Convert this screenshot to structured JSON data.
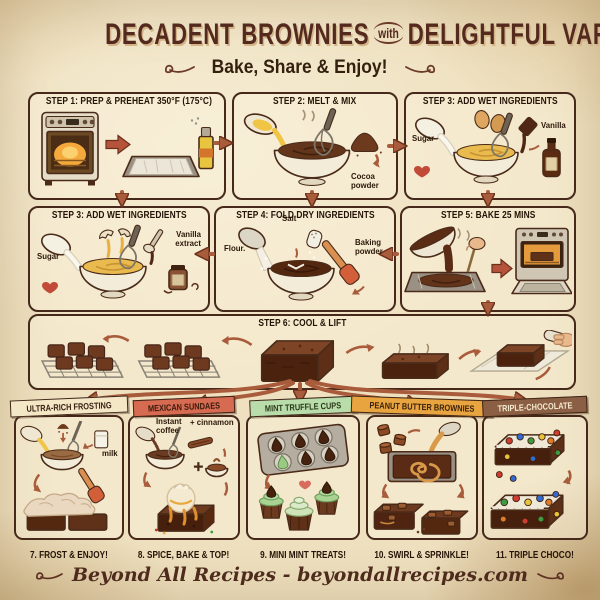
{
  "header": {
    "title_left": "DECADENT BROWNIES",
    "title_joiner": "with",
    "title_right": "DELIGHTFUL VARIATIONS",
    "subtitle": "Bake, Share & Enjoy!"
  },
  "steps": [
    {
      "title": "STEP 1: PREP & PREHEAT 350°F (175°C)",
      "labels": {}
    },
    {
      "title": "STEP 2: MELT & MIX",
      "labels": {
        "cocoa": "Cocoa powder"
      }
    },
    {
      "title": "STEP 3: ADD WET INGREDIENTS",
      "labels": {
        "sugar": "Sugar",
        "vanilla": "Vanilla"
      }
    },
    {
      "title": "STEP 3: ADD WET INGREDIENTS",
      "labels": {
        "sugar": "Sugar",
        "vanilla": "Vanilla extract"
      }
    },
    {
      "title": "STEP 4: FOLD DRY INGREDIENTS",
      "labels": {
        "salt": "Salt",
        "flour": "Flour.",
        "baking": "Baking powder"
      }
    },
    {
      "title": "STEP 5: BAKE 25 MINS",
      "labels": {}
    },
    {
      "title": "STEP 6: COOL & LIFT",
      "labels": {}
    }
  ],
  "variations": [
    {
      "banner": "ULTRA-RICH FROSTING",
      "banner_color": "#f3e7c6",
      "banner_text_color": "#3a2113",
      "caption": "7. FROST & ENJOY!",
      "labels": {
        "milk": "milk"
      }
    },
    {
      "banner": "MEXICAN SUNDAES",
      "banner_color": "#d76b52",
      "banner_text_color": "#3a1a0c",
      "caption": "8. SPICE, BAKE & TOP!",
      "labels": {
        "coffee": "Instant coffee",
        "cinnamon": "+ cinnamon"
      }
    },
    {
      "banner": "MINT TRUFFLE CUPS",
      "banner_color": "#b9dcab",
      "banner_text_color": "#2c3a1a",
      "caption": "9. MINI MINT TREATS!",
      "labels": {}
    },
    {
      "banner": "PEANUT BUTTER BROWNIES",
      "banner_color": "#e8a53f",
      "banner_text_color": "#3a220c",
      "caption": "10. SWIRL & SPRINKLE!",
      "labels": {}
    },
    {
      "banner": "TRIPLE-CHOCOLATE",
      "banner_color": "#8a5f43",
      "banner_text_color": "#f4e9cf",
      "caption": "11. TRIPLE CHOCO!",
      "labels": {}
    }
  ],
  "footer": {
    "text": "Beyond All Recipes - beyondallrecipes.com"
  },
  "palette": {
    "paper": "#efe1c0",
    "ink": "#46291b",
    "title": "#54291e",
    "arrow": "#a85c3b",
    "chocolate": "#5b2f18",
    "butter": "#f0c545",
    "mint": "#9ac983"
  }
}
